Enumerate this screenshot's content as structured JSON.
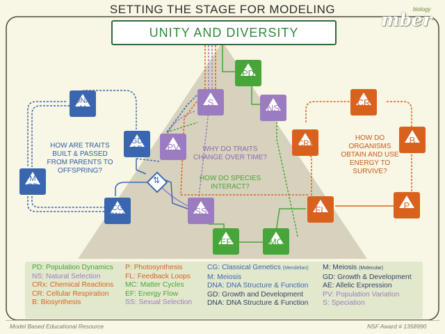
{
  "header": {
    "title": "SETTING THE STAGE FOR MODELING"
  },
  "logo": {
    "word": "mber",
    "sub": "biology"
  },
  "center_title": "UNITY AND DIVERSITY",
  "nodes": {
    "pd": "PD",
    "ns": "NS",
    "s": "S",
    "pv": "PV",
    "ss": "SS",
    "ef": "EF",
    "mc": "MC",
    "dna_m": "DNA M",
    "dna_m_l1": "DNA",
    "dna_m_l2": "M",
    "gd_ae_l1": "GD",
    "gd_ae_l2": "AE",
    "m_gd_l1": "M",
    "m_gd_l2": "GD",
    "cg_dna_l1": "CG",
    "cg_dna_l2": "DNA",
    "cr": "CR",
    "b": "B",
    "p": "P",
    "fl": "FL",
    "crx": "CRx",
    "exchange": "⇅"
  },
  "questions": {
    "traits": "HOW ARE TRAITS BUILT & PASSED FROM PARENTS TO OFFSPRING?",
    "energy": "HOW DO ORGANISMS OBTAIN AND USE ENERGY TO SURVIVE?",
    "change": "WHY DO TRAITS CHANGE OVER TIME?",
    "species": "HOW DO SPECIES INTERACT?"
  },
  "legend": {
    "col1": [
      "PD: Population Dynamics",
      "NS: Natural Selection",
      "CRx: Chemical Reactions",
      "CR: Cellular Respiration",
      "B: Biosynthesis"
    ],
    "col2": [
      "P: Photosynthesis",
      "FL: Feedback Loops",
      "MC: Matter Cycles",
      "EF: Energy Flow",
      "SS: Sexual Selection"
    ],
    "col3": [
      "CG: Classical Genetics",
      "M: Meiosis",
      "DNA: DNA Structure & Function",
      "GD: Growth and Development",
      "DNA: DNA Structure & Function"
    ],
    "col3_note": "(Mendelian)",
    "col4": [
      "M: Meiosis",
      "GD: Growth & Development",
      "AE: Allelic Expression",
      "PV: Population Variation",
      "S: Speciation"
    ],
    "col4_note": "(Molecular)"
  },
  "footer": {
    "left": "Model Based Educational Resource",
    "right": "NSF Award # 1358990"
  },
  "colors": {
    "green": "#47a53a",
    "purple": "#9b7cc0",
    "blue": "#3a66b0",
    "orange": "#d9611e",
    "title_green": "#2f8a3a"
  }
}
